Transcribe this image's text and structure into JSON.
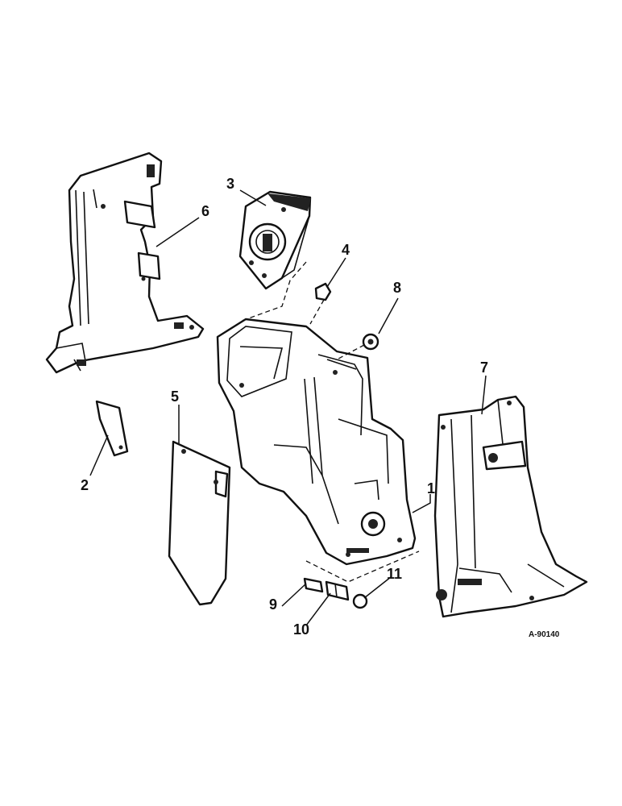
{
  "diagram": {
    "reference_code": "A-90140",
    "callouts": [
      {
        "id": "c1",
        "label": "1"
      },
      {
        "id": "c2",
        "label": "2"
      },
      {
        "id": "c3",
        "label": "3"
      },
      {
        "id": "c4",
        "label": "4"
      },
      {
        "id": "c5",
        "label": "5"
      },
      {
        "id": "c6",
        "label": "6"
      },
      {
        "id": "c7",
        "label": "7"
      },
      {
        "id": "c8",
        "label": "8"
      },
      {
        "id": "c9",
        "label": "9"
      },
      {
        "id": "c10",
        "label": "10"
      },
      {
        "id": "c11",
        "label": "11"
      }
    ]
  }
}
